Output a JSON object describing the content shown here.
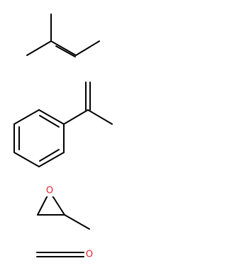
{
  "molecules": [
    {
      "id": "2-methyl-2-butene"
    },
    {
      "id": "alpha-methylstyrene"
    },
    {
      "id": "propylene-oxide",
      "atoms": {
        "oxygen": "O"
      }
    },
    {
      "id": "formaldehyde",
      "atoms": {
        "oxygen": "O"
      }
    }
  ],
  "colors": {
    "bond": "#000000",
    "heteroatom_oxygen": "#e8242d",
    "background": "#ffffff"
  }
}
